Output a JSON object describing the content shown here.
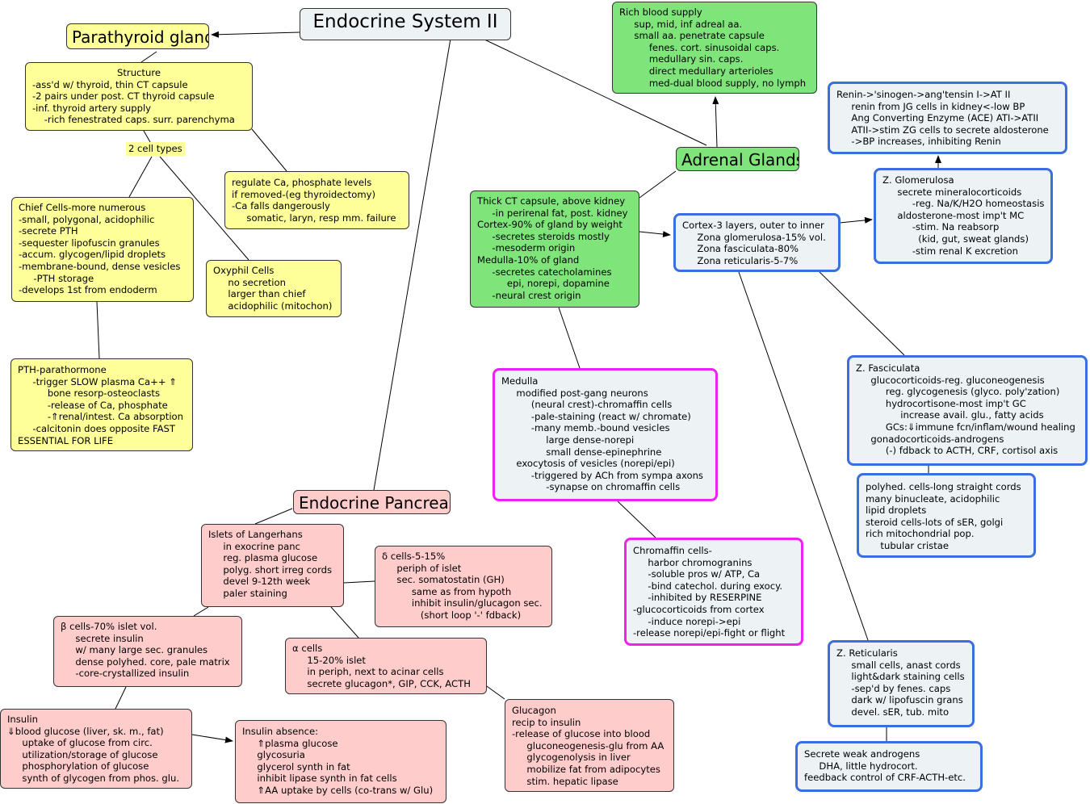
{
  "main_title": "Endocrine System II",
  "parathyroid": {
    "title": "Parathyroid gland",
    "structure": [
      "Structure",
      "-ass'd w/ thyroid, thin CT capsule",
      "-2 pairs under post. CT thyroid capsule",
      "-inf. thyroid artery supply",
      "    -rich fenestrated caps. surr. parenchyma"
    ],
    "cell_types_label": "2 cell types",
    "regulate": [
      "regulate Ca, phosphate levels",
      "if removed-(eg thyroidectomy)",
      "-Ca falls dangerously",
      "     somatic, laryn, resp mm. failure"
    ],
    "chief": [
      "Chief Cells-more numerous",
      "-small, polygonal, acidophilic",
      "-secrete PTH",
      "-sequester lipofuscin granules",
      "-accum. glycogen/lipid droplets",
      "-membrane-bound, dense vesicles",
      "     -PTH storage",
      "-develops 1st from endoderm"
    ],
    "oxyphil": [
      "Oxyphil Cells",
      "     no secretion",
      "     larger than chief",
      "     acidophilic (mitochon)"
    ],
    "pth": [
      "PTH-parathormone",
      "     -trigger SLOW plasma Ca++ ⇑",
      "          bone resorp-osteoclasts",
      "          -release of Ca, phosphate",
      "          -⇑renal/intest. Ca absorption",
      "     -calcitonin does opposite FAST",
      "ESSENTIAL FOR LIFE"
    ]
  },
  "adrenal": {
    "title": "Adrenal Glands",
    "blood": [
      "Rich blood supply",
      "     sup, mid, inf adreal aa.",
      "     small aa. penetrate capsule",
      "          fenes. cort. sinusoidal caps.",
      "          medullary sin. caps.",
      "          direct medullary arterioles",
      "          med-dual blood supply, no lymph"
    ],
    "capsule": [
      "Thick CT capsule, above kidney",
      "     -in perirenal fat, post. kidney",
      "Cortex-90% of gland by weight",
      "     -secretes steroids mostly",
      "     -mesoderm origin",
      "Medulla-10% of gland",
      "     -secretes catecholamines",
      "          epi, norepi, dopamine",
      "     -neural crest origin"
    ],
    "cortex": [
      "Cortex-3 layers, outer to inner",
      "     Zona glomerulosa-15% vol.",
      "     Zona fasciculata-80%",
      "     Zona reticularis-5-7%"
    ],
    "renin": [
      "Renin->'sinogen->ang'tensin I->AT II",
      "     renin from JG cells in kidney<-low BP",
      "     Ang Converting Enzyme (ACE) ATI->ATII",
      "     ATII->stim ZG cells to secrete aldosterone",
      "     ->BP increases, inhibiting Renin"
    ],
    "glomerulosa": [
      "Z. Glomerulosa",
      "     secrete mineralocorticoids",
      "          -reg. Na/K/H2O homeostasis",
      "     aldosterone-most imp't MC",
      "          -stim. Na reabsorp",
      "            (kid, gut, sweat glands)",
      "          -stim renal K excretion"
    ],
    "fasciculata": [
      "Z. Fasciculata",
      "     glucocorticoids-reg. gluconeogenesis",
      "          reg. glycogenesis (glyco. poly'zation)",
      "          hydrocortisone-most imp't GC",
      "               increase avail. glu., fatty acids",
      "          GCs:⇓immune fcn/inflam/wound healing",
      "     gonadocorticoids-androgens",
      "          (-) fdback to ACTH, CRF, cortisol axis"
    ],
    "polyhed": [
      "polyhed. cells-long straight cords",
      "many binucleate, acidophilic",
      "lipid droplets",
      "steroid cells-lots of sER, golgi",
      "rich mitochondrial pop.",
      "     tubular cristae"
    ],
    "medulla": [
      "Medulla",
      "     modified post-gang neurons",
      "          (neural crest)-chromaffin cells",
      "          -pale-staining (react w/ chromate)",
      "          -many memb.-bound vesicles",
      "               large dense-norepi",
      "               small dense-epinephrine",
      "     exocytosis of vesicles (norepi/epi)",
      "          -triggered by ACh from sympa axons",
      "               -synapse on chromaffin cells"
    ],
    "chromaffin": [
      "Chromaffin cells-",
      "     harbor chromogranins",
      "     -soluble pros w/ ATP, Ca",
      "     -bind catechol. during exocy.",
      "     -inhibited by RESERPINE",
      "-glucocorticoids from cortex",
      "     -induce norepi->epi",
      "-release norepi/epi-fight or flight"
    ],
    "reticularis": [
      "Z. Reticularis",
      "     small cells, anast cords",
      "     light&dark staining cells",
      "     -sep'd by fenes. caps",
      "     dark w/ lipofuscin grans",
      "     devel. sER, tub. mito"
    ],
    "androgens": [
      "Secrete weak androgens",
      "     DHA, little hydrocort.",
      "feedback control of CRF-ACTH-etc."
    ]
  },
  "pancreas": {
    "title": "Endocrine Pancreas",
    "islets": [
      "Islets of Langerhans",
      "     in exocrine panc",
      "     reg. plasma glucose",
      "     polyg. short irreg cords",
      "     devel 9-12th week",
      "     paler staining"
    ],
    "delta": [
      "δ cells-5-15%",
      "     periph of islet",
      "     sec. somatostatin (GH)",
      "          same as from hypoth",
      "          inhibit insulin/glucagon sec.",
      "             (short loop '-' fdback)"
    ],
    "beta": [
      "β cells-70% islet vol.",
      "     secrete insulin",
      "     w/ many large sec. granules",
      "     dense polyhed. core, pale matrix",
      "     -core-crystallized insulin"
    ],
    "alpha": [
      "α cells",
      "     15-20% islet",
      "     in periph, next to acinar cells",
      "     secrete glucagon*, GIP, CCK, ACTH"
    ],
    "insulin": [
      "Insulin",
      "⇓blood glucose (liver, sk. m., fat)",
      "     uptake of glucose from circ.",
      "     utilization/storage of glucose",
      "     phosphorylation of glucose",
      "     synth of glycogen from phos. glu."
    ],
    "absence": [
      "Insulin absence:",
      "     ⇑plasma glucose",
      "     glycosuria",
      "     glycerol synth in fat",
      "     inhibit lipase synth in fat cells",
      "     ⇑AA uptake by cells (co-trans w/ Glu)"
    ],
    "glucagon": [
      "Glucagon",
      "recip to insulin",
      "-release of glucose into blood",
      "     gluconeogenesis-glu from AA",
      "     glycogenolysis in liver",
      "     mobilize fat from adipocytes",
      "     stim. hepatic lipase"
    ]
  }
}
